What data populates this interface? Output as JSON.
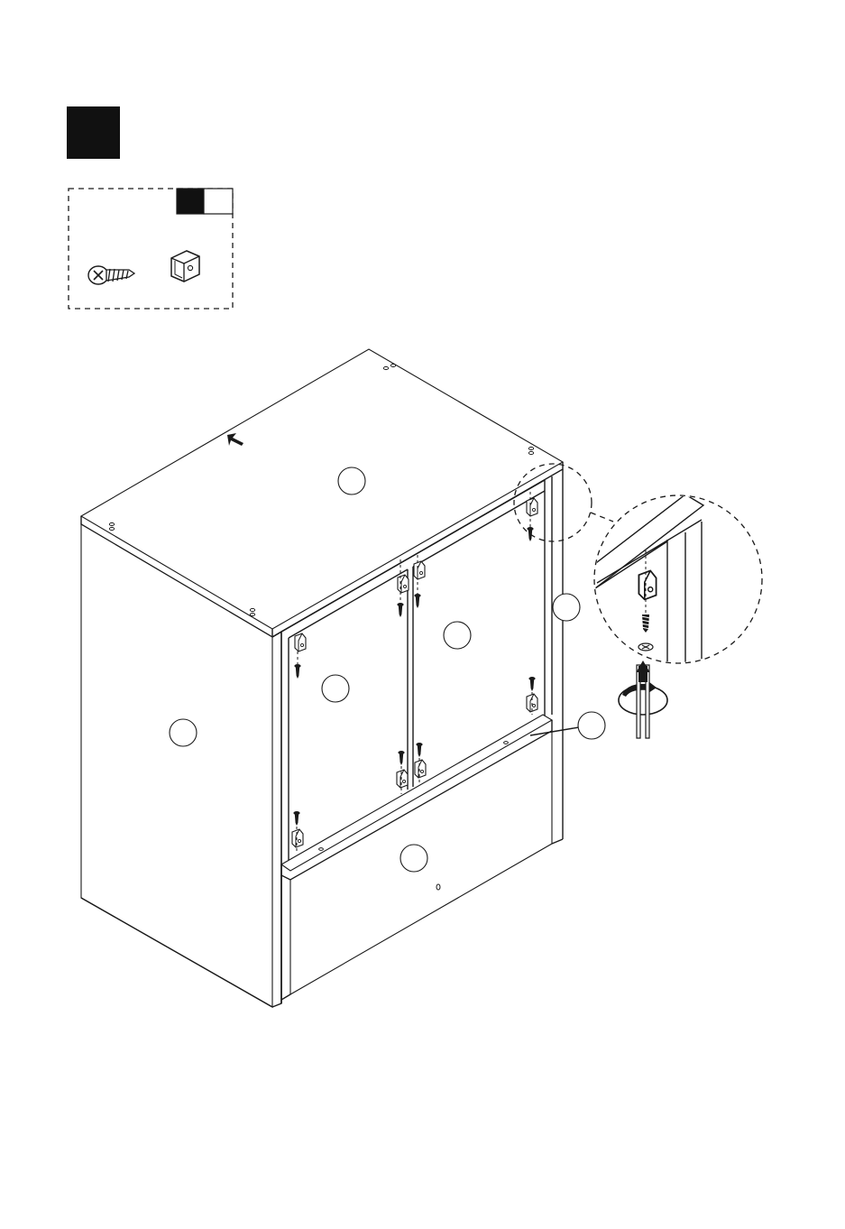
{
  "step_marker": {
    "color": "#111111"
  },
  "parts_box": {
    "quantity_fill_color": "#111111",
    "items": [
      {
        "icon": "screw-icon"
      },
      {
        "icon": "bracket-icon"
      }
    ]
  },
  "callouts": [
    {
      "label": "",
      "role": "top-panel-callout"
    },
    {
      "label": "",
      "role": "side-panel-callout"
    },
    {
      "label": "",
      "role": "back-panel-left-callout"
    },
    {
      "label": "",
      "role": "back-panel-right-callout"
    },
    {
      "label": "",
      "role": "right-panel-callout"
    },
    {
      "label": "",
      "role": "rail-callout"
    },
    {
      "label": "",
      "role": "bottom-back-panel-callout"
    }
  ],
  "tools": [
    {
      "icon": "screwdriver-icon"
    }
  ]
}
